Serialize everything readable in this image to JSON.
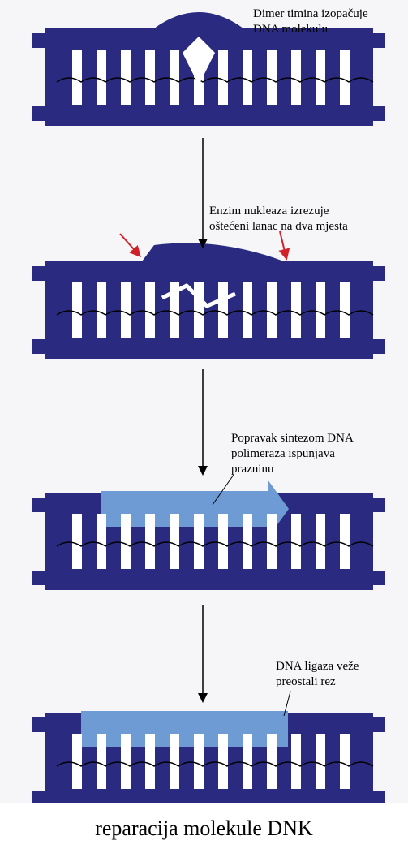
{
  "steps": [
    {
      "lines": [
        "Dimer timina izopačuje",
        "DNA molekulu"
      ]
    },
    {
      "lines": [
        "Enzim nukleaza izrezuje",
        "oštećeni lanac na dva mjesta"
      ]
    },
    {
      "lines": [
        "Popravak sintezom DNA",
        "polimeraza ispunjava",
        "prazninu"
      ]
    },
    {
      "lines": [
        "DNA ligaza veže",
        "preostali rez"
      ]
    }
  ],
  "caption": "reparacija molekule DNK",
  "colors": {
    "dna_strand": "#2a2a80",
    "new_strand": "#6f9bd4",
    "base": "#ffffff",
    "cut_arrow": "#d0202a",
    "page_shadow": "#e8e8ee"
  }
}
